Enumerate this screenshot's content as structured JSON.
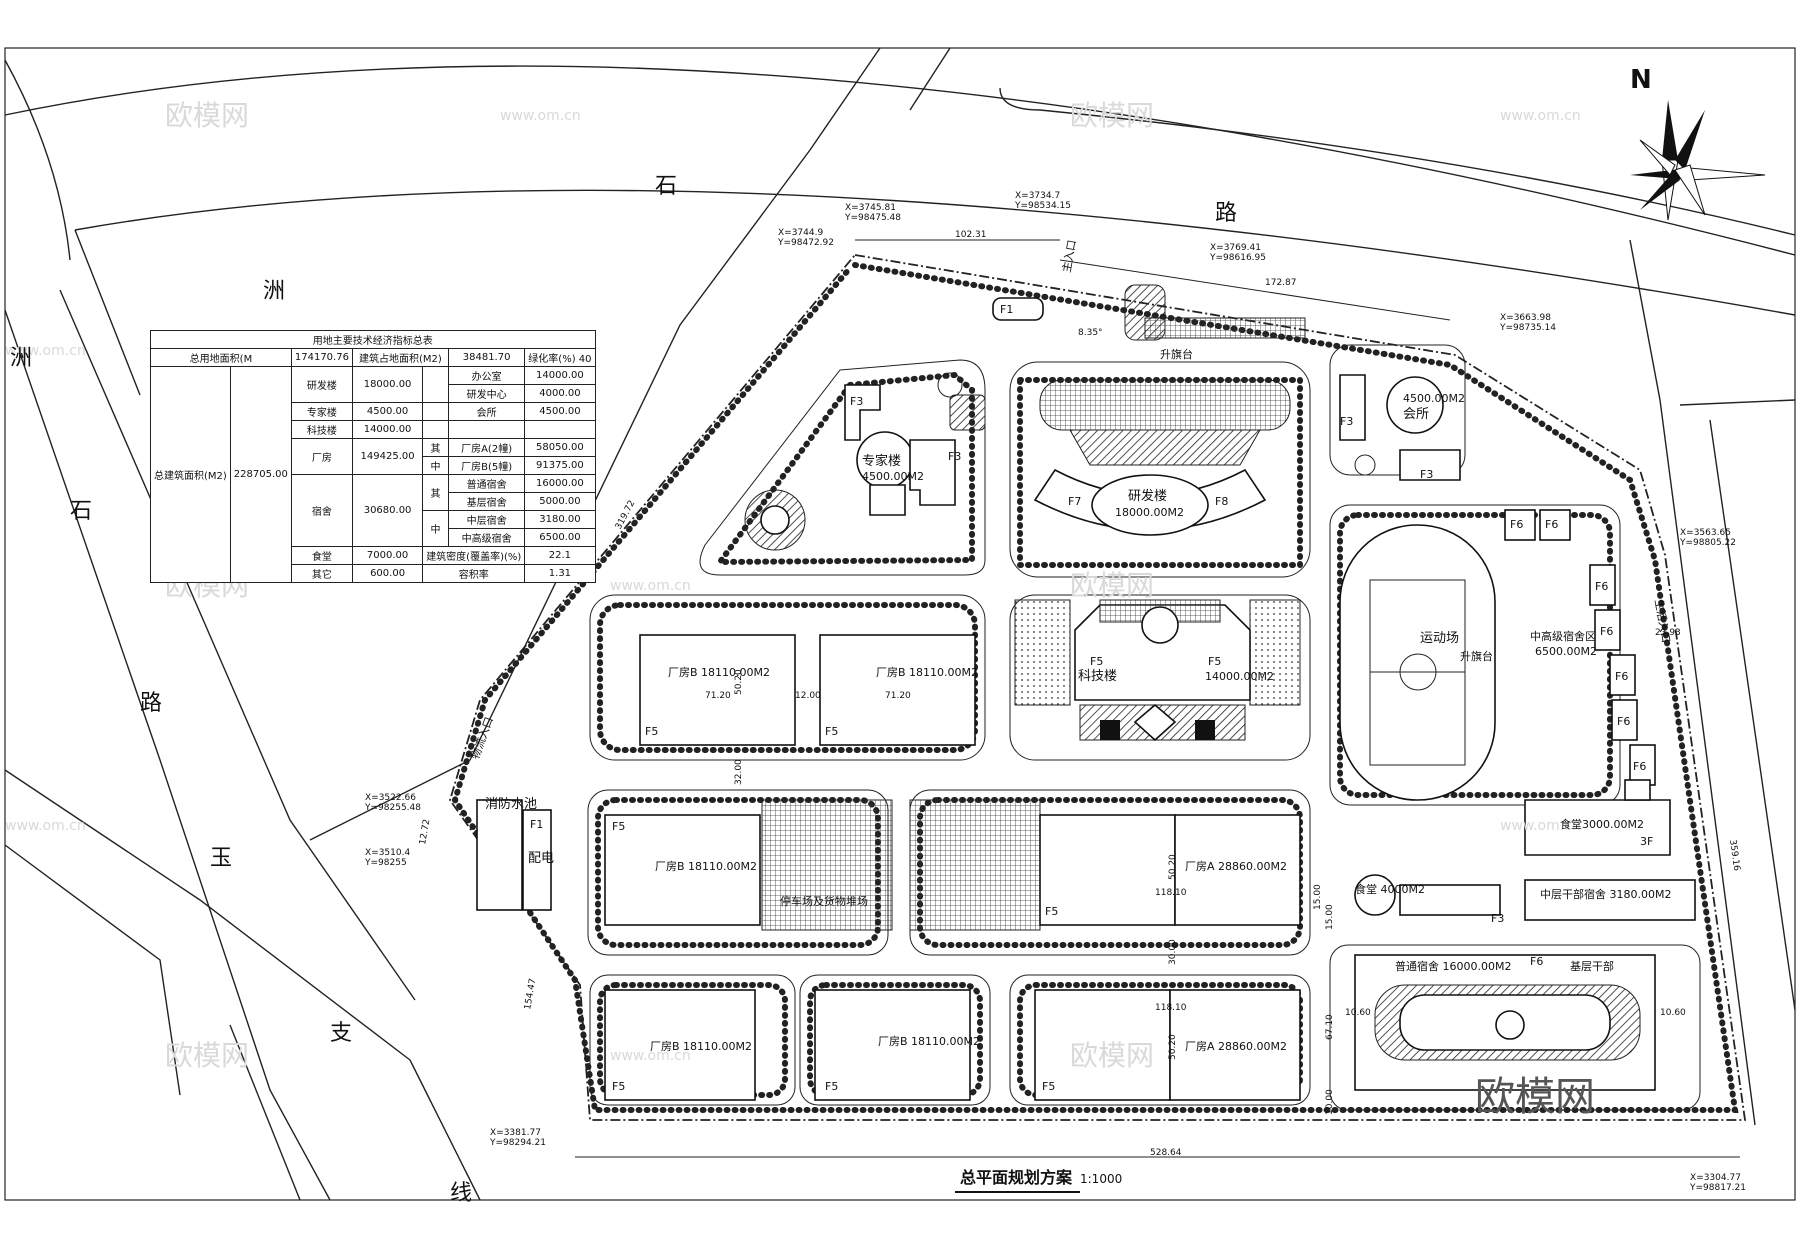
{
  "drawing": {
    "title": "总平面规划方案",
    "scale": "1:1000",
    "north": "N",
    "watermarks": [
      "欧模网",
      "www.om.cn"
    ],
    "brand_logo": "欧模网"
  },
  "roads": {
    "top": [
      "石",
      "路"
    ],
    "left_upper": [
      "洲"
    ],
    "left_road": [
      "洲",
      "石",
      "路"
    ],
    "bottom": [
      "玉",
      "支",
      "线"
    ]
  },
  "table": {
    "title": "用地主要技术经济指标总表",
    "total_site_area_label": "总用地面积(M",
    "total_site_area_value": "174170.76",
    "footprint_label": "建筑占地面积(M2)",
    "footprint_value": "38481.70",
    "green_rate_label": "绿化率(%)",
    "green_rate_value": "40",
    "total_floor_area_label": "总建筑面积(M2)",
    "total_floor_area_value": "228705.00",
    "rows": [
      {
        "cat": "研发楼",
        "val": "18000.00",
        "sub": "办公室",
        "sval": "14000.00"
      },
      {
        "cat": "",
        "val": "",
        "sub": "研发中心",
        "sval": "4000.00"
      },
      {
        "cat": "专家楼",
        "val": "4500.00",
        "sub": "会所",
        "sval": "4500.00"
      },
      {
        "cat": "科技楼",
        "val": "14000.00",
        "sub": "",
        "sval": ""
      },
      {
        "cat": "厂房",
        "val": "149425.00",
        "sub": "厂房A(2幢)",
        "sval": "58050.00"
      },
      {
        "cat": "",
        "val": "",
        "sub": "厂房B(5幢)",
        "sval": "91375.00"
      },
      {
        "cat": "宿舍",
        "val": "30680.00",
        "sub": "普通宿舍",
        "sval": "16000.00"
      },
      {
        "cat": "",
        "val": "",
        "sub": "基层宿舍",
        "sval": "5000.00"
      },
      {
        "cat": "",
        "val": "",
        "sub": "中层宿舍",
        "sval": "3180.00"
      },
      {
        "cat": "",
        "val": "",
        "sub": "中高级宿舍",
        "sval": "6500.00"
      }
    ],
    "qi": "其",
    "zhong": "中",
    "canteen_label": "食堂",
    "canteen_value": "7000.00",
    "density_label": "建筑密度(覆盖率)(%)",
    "density_value": "22.1",
    "other_label": "其它",
    "other_value": "600.00",
    "far_label": "容积率",
    "far_value": "1.31"
  },
  "coords": [
    {
      "x": "X=3745.81",
      "y": "Y=98475.48"
    },
    {
      "x": "X=3744.9",
      "y": "Y=98472.92"
    },
    {
      "x": "X=3734.7",
      "y": "Y=98534.15"
    },
    {
      "x": "X=3769.41",
      "y": "Y=98616.95"
    },
    {
      "x": "X=3663.98",
      "y": "Y=98735.14"
    },
    {
      "x": "X=3563.65",
      "y": "Y=98805.22"
    },
    {
      "x": "X=3522.66",
      "y": "Y=98255.48"
    },
    {
      "x": "X=3510.4",
      "y": "Y=98255"
    },
    {
      "x": "X=3381.77",
      "y": "Y=98294.21"
    },
    {
      "x": "X=3304.77",
      "y": "Y=98817.21"
    }
  ],
  "dims": {
    "top1": "102.31",
    "top2": "172.87",
    "left": "319.72",
    "right": "359.16",
    "bottom": "528.64",
    "lower_left": "154.47",
    "side": "12.72",
    "gate_right": "23.93",
    "factory_w": "71.20",
    "gap": "12.00",
    "depth": "50.20",
    "road32": "32.00",
    "a_w": "118.10",
    "a_d": "50.20",
    "road30": "30.00",
    "dorm_w1": "10.60",
    "dorm_w2": "10.60",
    "dorm_d": "67.10",
    "f15a": "15.00",
    "f15b": "15.00",
    "f10": "10.00",
    "angle": "8.35°"
  },
  "labels": {
    "main_gate": "主入口",
    "logistics_gate": "物流入口",
    "life_gate": "生活入口",
    "flag_platform": "升旗台",
    "flag_platform2": "升旗台",
    "expert_bld": "专家楼",
    "expert_area": "4500.00M2",
    "rd_bld": "研发楼",
    "rd_area": "18000.00M2",
    "club": "会所",
    "club_area": "4500.00M2",
    "tech_bld": "科技楼",
    "tech_area": "14000.00M2",
    "sports": "运动场",
    "canteen": "食堂3000.00M2",
    "canteen_floor": "3F",
    "senior_dorm": "中高级宿舍区",
    "senior_dorm_area": "6500.00M2",
    "mid_dorm": "中层干部宿舍 3180.00M2",
    "normal_dorm": "普通宿舍 16000.00M2",
    "base_dorm": "基层干部",
    "canteen2": "食堂 4000M2",
    "fire_pool": "消防水池",
    "power": "配电",
    "parking": "停车场及货物堆场",
    "fB1": "厂房B 18110.00M2",
    "fB2": "厂房B 18110.00M2",
    "fB3": "厂房B 18110.00M2",
    "fB4": "厂房B 18110.00M2",
    "fB5": "厂房B 18110.00M2",
    "fA1": "厂房A 28860.00M2",
    "fA2": "厂房A 28860.00M2",
    "F1": "F1",
    "F3": "F3",
    "F5": "F5",
    "F6": "F6",
    "F7": "F7",
    "F8": "F8"
  }
}
